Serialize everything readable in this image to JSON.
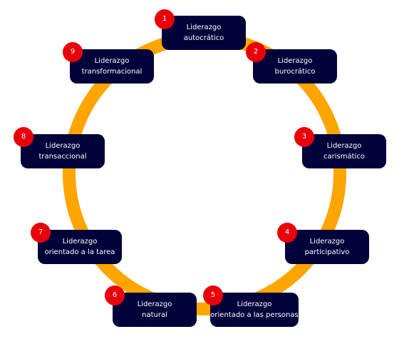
{
  "diagram": {
    "ring_color": "#ffa500",
    "box_color": "#02023a",
    "badge_color": "#e8000b",
    "nodes": [
      {
        "number": "1",
        "line1": "Liderazgo",
        "line2": "autocrático"
      },
      {
        "number": "2",
        "line1": "Liderazgo",
        "line2": "burocrático"
      },
      {
        "number": "3",
        "line1": "Liderazgo",
        "line2": "carismático"
      },
      {
        "number": "4",
        "line1": "Liderazgo",
        "line2": "participativo"
      },
      {
        "number": "5",
        "line1": "Liderazgo",
        "line2": "orientado a las personas"
      },
      {
        "number": "6",
        "line1": "Liderazgo",
        "line2": "natural"
      },
      {
        "number": "7",
        "line1": "Liderazgo",
        "line2": "orientado a la tarea"
      },
      {
        "number": "8",
        "line1": "Liderazgo",
        "line2": "transaccional"
      },
      {
        "number": "9",
        "line1": "Liderazgo",
        "line2": "transformacional"
      }
    ]
  }
}
